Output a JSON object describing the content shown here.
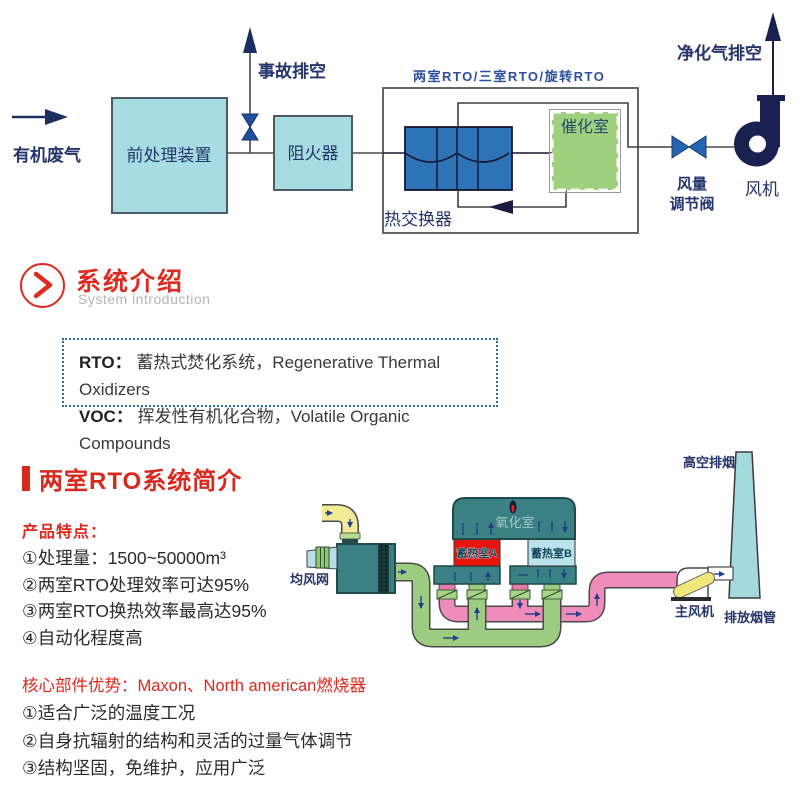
{
  "colors": {
    "accent_red": "#dd2b22",
    "navy_text": "#24356a",
    "box_cyan": "#a7dde2",
    "heat_exchanger_blue": "#2e72b8",
    "catalytic_green": "#9ed07e",
    "rto_teal": "#3b8183",
    "chamber_a_red": "#e8150d",
    "chamber_b_blue": "#b9e2ea",
    "pipe_pink": "#ef8cba",
    "pipe_green": "#9bcc80",
    "pipe_yellow": "#f2ea96",
    "stack_blue": "#a4d9de",
    "subtitle_gray": "#b5b5b5",
    "definition_border_blue": "#2c6ca8"
  },
  "top_diagram": {
    "inlet_label": "有机废气",
    "emergency_vent_label": "事故排空",
    "pretreatment_label": "前处理装置",
    "flame_arrester_label": "阻火器",
    "rto_types_label": "两室RTO/三室RTO/旋转RTO",
    "heat_exchanger_label": "热交换器",
    "catalytic_chamber_label": "催化室",
    "damper_label_line1": "风量",
    "damper_label_line2": "调节阀",
    "fan_label": "风机",
    "clean_vent_label": "净化气排空"
  },
  "section_header": {
    "title": "系统介绍",
    "subtitle": "System introduction"
  },
  "definitions": {
    "rto_term": "RTO：",
    "rto_text": "蓄热式焚化系统，Regenerative Thermal Oxidizers",
    "voc_term": "VOC：",
    "voc_text": "挥发性有机化合物，Volatile Organic Compounds"
  },
  "rto_section": {
    "heading": "两室RTO系统简介",
    "features_title": "产品特点：",
    "features": [
      "①处理量：1500~50000m³",
      "②两室RTO处理效率可达95%",
      "③两室RTO换热效率最高达95%",
      "④自动化程度高"
    ],
    "core_title": "核心部件优势：Maxon、North american燃烧器",
    "core_points": [
      "①适合广泛的温度工况",
      "②自身抗辐射的结构和灵活的过量气体调节",
      "③结构坚固，免维护，应用广泛"
    ]
  },
  "rto_diagram": {
    "air_net_label": "均风网",
    "oxidation_label": "氧化室",
    "chamber_a_label": "蓄热室A",
    "chamber_b_label": "蓄热室B",
    "main_fan_label": "主风机",
    "stack_top_label": "高空排烟",
    "stack_pipe_label": "排放烟管"
  }
}
